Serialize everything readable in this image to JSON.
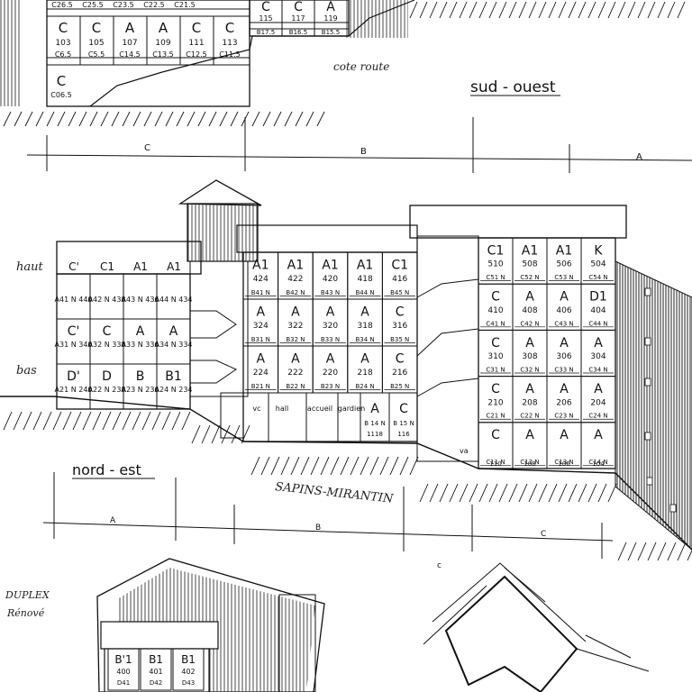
{
  "views": {
    "southwest": {
      "label": "sud - ouest"
    },
    "northeast": {
      "label": "nord - est"
    }
  },
  "annotations": {
    "cote_route": "cote route",
    "haut": "haut",
    "bas": "bas",
    "sapins": "SAPINS-MIRANTIN",
    "duplex": "DUPLEX",
    "duplex_sub": "Rénové",
    "small_c": "c"
  },
  "dimension_labels": {
    "top": [
      "C",
      "B",
      "A"
    ],
    "bottom": [
      "A",
      "B",
      "C"
    ]
  },
  "top_units": {
    "row1": [
      {
        "letter": "",
        "num": "",
        "code": "C26.5"
      },
      {
        "letter": "",
        "num": "",
        "code": "C25.5"
      },
      {
        "letter": "",
        "num": "",
        "code": "C23.5"
      },
      {
        "letter": "",
        "num": "",
        "code": "C22.5"
      },
      {
        "letter": "",
        "num": "",
        "code": "C21.5"
      }
    ],
    "row2": [
      {
        "letter": "C",
        "num": "103",
        "code": "C6.5"
      },
      {
        "letter": "C",
        "num": "105",
        "code": "C5.5"
      },
      {
        "letter": "A",
        "num": "107",
        "code": "C14.5"
      },
      {
        "letter": "A",
        "num": "109",
        "code": "C13.5"
      },
      {
        "letter": "C",
        "num": "111",
        "code": "C12.5"
      },
      {
        "letter": "C",
        "num": "113",
        "code": "C11.5"
      }
    ],
    "row3": [
      {
        "letter": "C",
        "num": "",
        "code": "C06.5"
      }
    ],
    "right_row1": [
      {
        "letter": "C",
        "num": "115",
        "code": "B17.5"
      },
      {
        "letter": "C",
        "num": "117",
        "code": "B16.5"
      },
      {
        "letter": "A",
        "num": "119",
        "code": "B15.5"
      }
    ]
  },
  "left_block": {
    "roof": [
      "C'",
      "C1",
      "A1",
      "A1"
    ],
    "rows": [
      [
        {
          "letter": "",
          "num": "A41 N 440"
        },
        {
          "letter": "",
          "num": "A42 N 438"
        },
        {
          "letter": "",
          "num": "A43 N 436"
        },
        {
          "letter": "",
          "num": "A44 N 434"
        }
      ],
      [
        {
          "letter": "C'",
          "num": "A31 N 340"
        },
        {
          "letter": "C",
          "num": "A32 N 338"
        },
        {
          "letter": "A",
          "num": "A33 N 336"
        },
        {
          "letter": "A",
          "num": "A34 N 334"
        }
      ],
      [
        {
          "letter": "D'",
          "num": "A21 N 240"
        },
        {
          "letter": "D",
          "num": "A22 N 238"
        },
        {
          "letter": "B",
          "num": "A23 N 236"
        },
        {
          "letter": "B1",
          "num": "A24 N 234"
        }
      ]
    ]
  },
  "mid_block": {
    "rows": [
      [
        {
          "letter": "A1",
          "num": "424",
          "code": "B41 N"
        },
        {
          "letter": "A1",
          "num": "422",
          "code": "B42 N"
        },
        {
          "letter": "A1",
          "num": "420",
          "code": "B43 N"
        },
        {
          "letter": "A1",
          "num": "418",
          "code": "B44 N"
        },
        {
          "letter": "C1",
          "num": "416",
          "code": "B45 N"
        }
      ],
      [
        {
          "letter": "A",
          "num": "324",
          "code": "B31 N"
        },
        {
          "letter": "A",
          "num": "322",
          "code": "B32 N"
        },
        {
          "letter": "A",
          "num": "320",
          "code": "B33 N"
        },
        {
          "letter": "A",
          "num": "318",
          "code": "B34 N"
        },
        {
          "letter": "C",
          "num": "316",
          "code": "B35 N"
        }
      ],
      [
        {
          "letter": "A",
          "num": "224",
          "code": "B21 N"
        },
        {
          "letter": "A",
          "num": "222",
          "code": "B22 N"
        },
        {
          "letter": "A",
          "num": "220",
          "code": "B23 N"
        },
        {
          "letter": "A",
          "num": "218",
          "code": "B24 N"
        },
        {
          "letter": "C",
          "num": "216",
          "code": "B25 N"
        }
      ]
    ],
    "ground": [
      {
        "letter": "vc",
        "num": "",
        "code": ""
      },
      {
        "letter": "hall",
        "num": "",
        "code": ""
      },
      {
        "letter": "accueil",
        "num": "",
        "code": ""
      },
      {
        "letter": "gardien",
        "num": "",
        "code": ""
      },
      {
        "letter": "A",
        "num": "B 14 N",
        "code": "1118"
      },
      {
        "letter": "C",
        "num": "B 15 N",
        "code": "116"
      }
    ]
  },
  "right_block": {
    "rows": [
      [
        {
          "letter": "C1",
          "num": "510",
          "code": "C51 N"
        },
        {
          "letter": "A1",
          "num": "508",
          "code": "C52 N"
        },
        {
          "letter": "A1",
          "num": "506",
          "code": "C53 N"
        },
        {
          "letter": "K",
          "num": "504",
          "code": "C54 N"
        }
      ],
      [
        {
          "letter": "C",
          "num": "410",
          "code": "C41 N"
        },
        {
          "letter": "A",
          "num": "408",
          "code": "C42 N"
        },
        {
          "letter": "A",
          "num": "406",
          "code": "C43 N"
        },
        {
          "letter": "D1",
          "num": "404",
          "code": "C44 N"
        }
      ],
      [
        {
          "letter": "C",
          "num": "310",
          "code": "C31 N"
        },
        {
          "letter": "A",
          "num": "308",
          "code": "C32 N"
        },
        {
          "letter": "A",
          "num": "306",
          "code": "C33 N"
        },
        {
          "letter": "A",
          "num": "304",
          "code": "C34 N"
        }
      ],
      [
        {
          "letter": "C",
          "num": "210",
          "code": "C21 N"
        },
        {
          "letter": "A",
          "num": "208",
          "code": "C22 N"
        },
        {
          "letter": "A",
          "num": "206",
          "code": "C23 N"
        },
        {
          "letter": "A",
          "num": "204",
          "code": "C24 N"
        }
      ],
      [
        {
          "letter": "C",
          "num": "",
          "code": "C11 N"
        },
        {
          "letter": "A",
          "num": "",
          "code": "C12 N"
        },
        {
          "letter": "A",
          "num": "",
          "code": "C13 N"
        },
        {
          "letter": "A",
          "num": "",
          "code": "C14 N"
        }
      ]
    ],
    "bottom_codes": [
      "110",
      "108",
      "106",
      "104"
    ],
    "va": "va"
  },
  "duplex_block": {
    "cells": [
      {
        "letter": "B'1",
        "num": "400",
        "code": "D41"
      },
      {
        "letter": "B1",
        "num": "401",
        "code": "D42"
      },
      {
        "letter": "B1",
        "num": "402",
        "code": "D43"
      }
    ]
  }
}
